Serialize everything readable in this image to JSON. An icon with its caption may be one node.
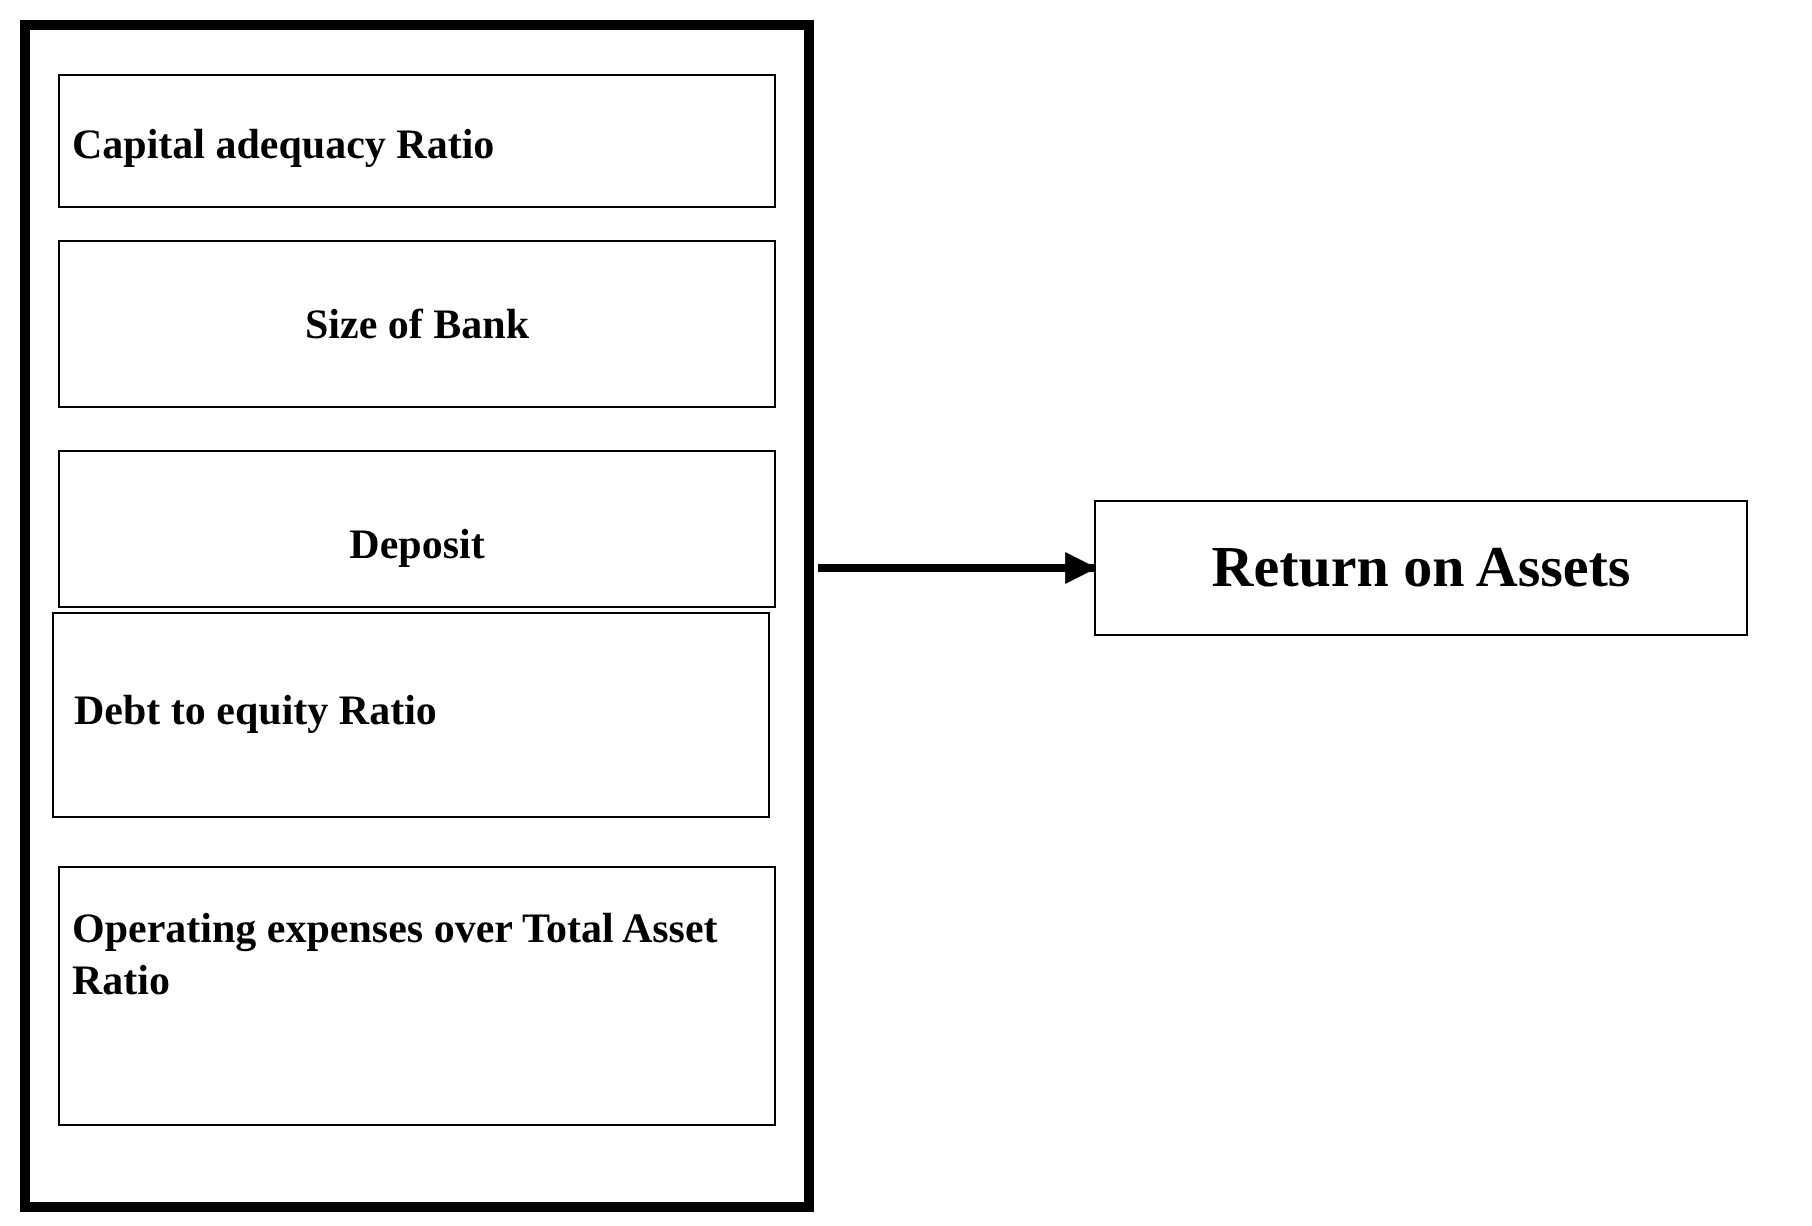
{
  "diagram": {
    "nodes": [
      {
        "text": [],
        "shape": "box"
      },
      {
        "text": [
          "Capital adequacy Ratio"
        ],
        "in": 0
      },
      {
        "text": [
          "Size of Bank"
        ],
        "in": 0
      },
      {
        "text": [
          "Deposit"
        ],
        "in": 0
      },
      {
        "text": [
          "Debt to equity Ratio"
        ],
        "in": 0
      },
      {
        "text": [
          "Operating expenses over Total Asset Ratio"
        ],
        "in": 0
      },
      {
        "text": [
          "Return on Assets"
        ]
      }
    ],
    "edges": [
      {
        "from": 0,
        "to": 6,
        "arrow": "to"
      }
    ]
  }
}
